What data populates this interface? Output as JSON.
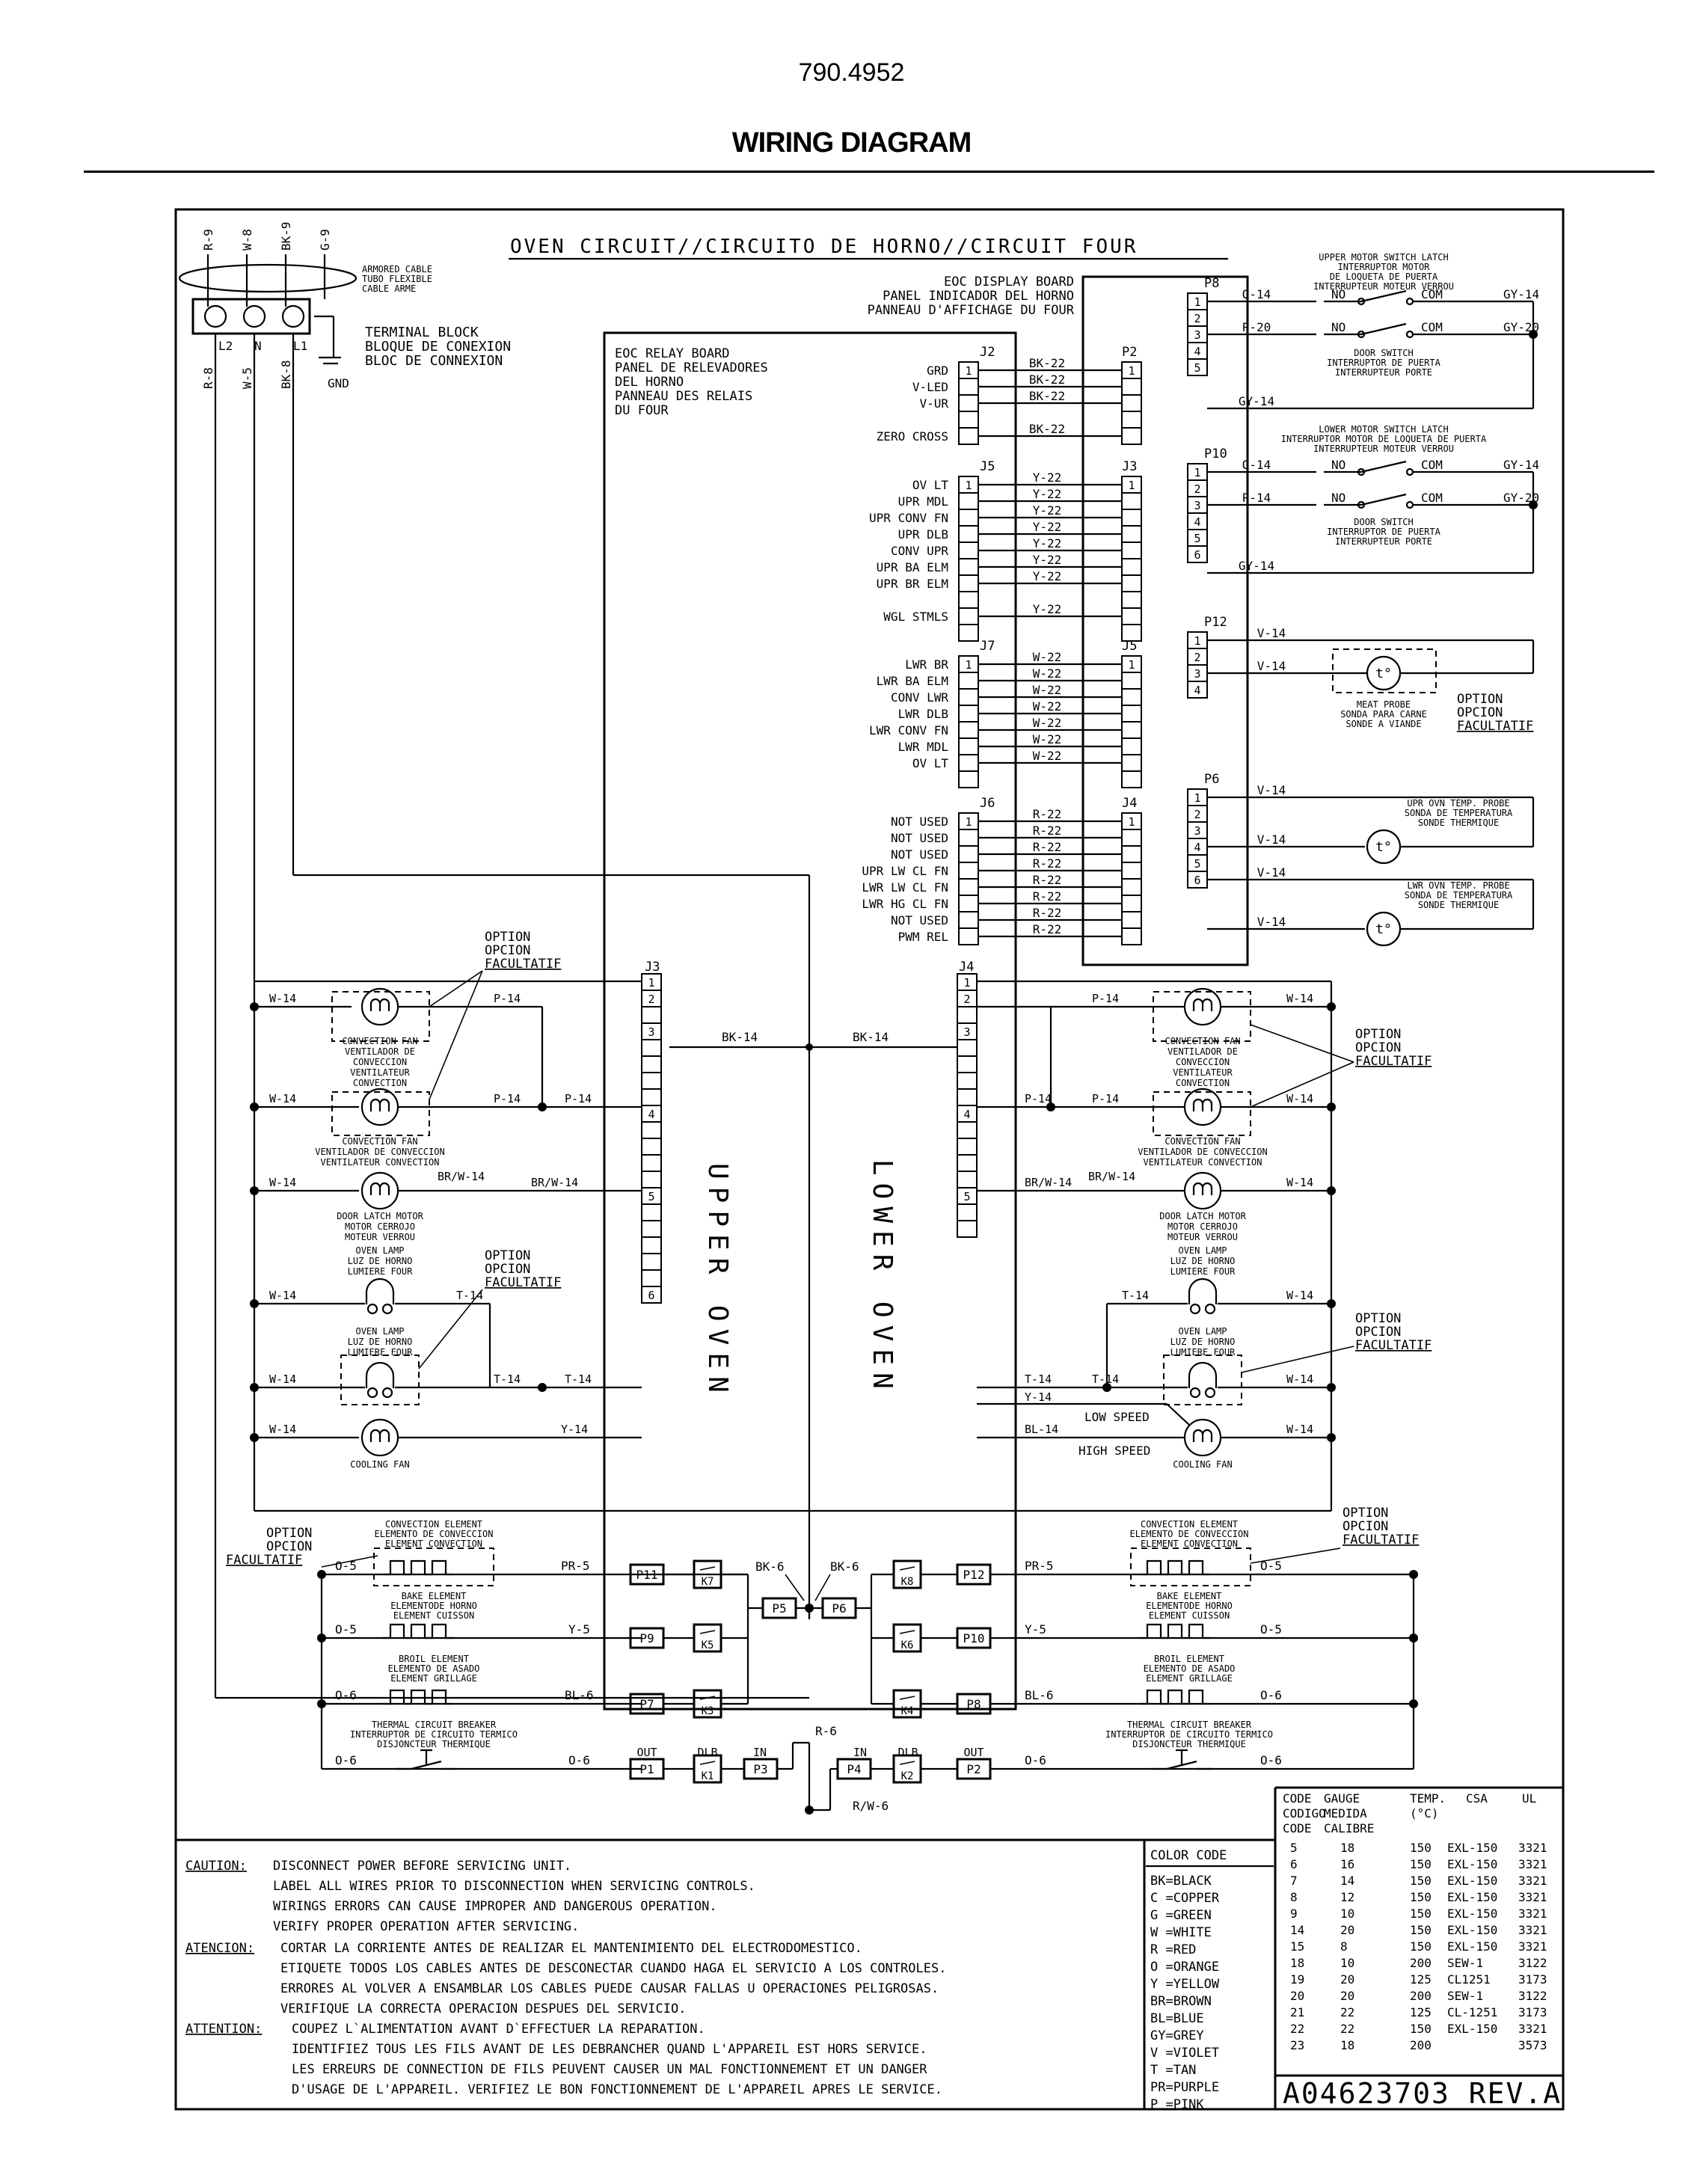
{
  "header": {
    "model": "790.4952",
    "title": "WIRING DIAGRAM"
  },
  "oven_circuit": "OVEN CIRCUIT//CIRCUITO DE HORNO//CIRCUIT FOUR",
  "supply": {
    "top_wires": [
      "R-9",
      "W-8",
      "BK-9",
      "G-9"
    ],
    "cable": [
      "ARMORED CABLE",
      "TUBO FLEXIBLE",
      "CABLE ARME"
    ],
    "terminals": [
      "L2",
      "N",
      "L1"
    ],
    "terminal_block": [
      "TERMINAL BLOCK",
      "BLOQUE DE CONEXION",
      "BLOC DE CONNEXION"
    ],
    "gnd": "GND",
    "bottom_wires": [
      "R-8",
      "W-5",
      "BK-8"
    ]
  },
  "display_board": [
    "EOC DISPLAY BOARD",
    "PANEL INDICADOR DEL HORNO",
    "PANNEAU D'AFFICHAGE DU FOUR"
  ],
  "relay_board": [
    "EOC RELAY BOARD",
    "PANEL DE RELEVADORES",
    "DEL HORNO",
    "PANNEAU DES RELAIS",
    "DU FOUR"
  ],
  "connectors": {
    "J2": {
      "name": "J2",
      "labels": [
        "GRD",
        "V-LED",
        "V-UR",
        "",
        "ZERO CROSS"
      ],
      "wires": [
        "BK-22",
        "BK-22",
        "BK-22",
        "BK-22"
      ]
    },
    "J5a": {
      "name": "J5",
      "labels": [
        "OV LT",
        "UPR MDL",
        "UPR CONV FN",
        "UPR DLB",
        "CONV UPR",
        "UPR BA ELM",
        "UPR BR ELM",
        "",
        "WGL STMLS"
      ],
      "wires": [
        "Y-22",
        "Y-22",
        "Y-22",
        "Y-22",
        "Y-22",
        "Y-22",
        "Y-22",
        "Y-22"
      ]
    },
    "J7": {
      "name": "J7",
      "labels": [
        "LWR BR",
        "LWR BA ELM",
        "CONV LWR",
        "LWR DLB",
        "LWR CONV FN",
        "LWR MDL",
        "OV LT"
      ],
      "wires": [
        "W-22",
        "W-22",
        "W-22",
        "W-22",
        "W-22",
        "W-22",
        "W-22"
      ]
    },
    "J6": {
      "name": "J6",
      "labels": [
        "NOT USED",
        "NOT USED",
        "NOT USED",
        "UPR LW CL FN",
        "LWR LW CL FN",
        "LWR HG CL FN",
        "NOT USED",
        "PWM REL"
      ],
      "wires": [
        "R-22",
        "R-22",
        "R-22",
        "R-22",
        "R-22",
        "R-22",
        "R-22",
        "R-22"
      ]
    },
    "P2": "P2",
    "J3r": "J3",
    "J5r": "J5",
    "J4r": "J4"
  },
  "right_side": {
    "P8": "P8",
    "P10": "P10",
    "P12": "P12",
    "P6": "P6",
    "upper_latch": [
      "UPPER MOTOR SWITCH LATCH",
      "INTERRUPTOR MOTOR",
      "DE LOQUETA DE PUERTA",
      "INTERRUPTEUR MOTEUR VERROU"
    ],
    "lower_latch": [
      "LOWER MOTOR SWITCH LATCH",
      "INTERRUPTOR MOTOR DE LOQUETA DE PUERTA",
      "INTERRUPTEUR MOTEUR VERROU"
    ],
    "door_switch": [
      "DOOR SWITCH",
      "INTERRUPTOR DE PUERTA",
      "INTERRUPTEUR PORTE"
    ],
    "no": "NO",
    "com": "COM",
    "p8_wires": [
      "O-14",
      "P-20",
      "GY-14",
      "GY-14",
      "GY-20"
    ],
    "p10_wires": [
      "O-14",
      "P-14",
      "GY-14",
      "GY-14",
      "GY-20"
    ],
    "p12_wires": [
      "V-14",
      "V-14"
    ],
    "p6_wires": [
      "V-14",
      "V-14",
      "V-14",
      "V-14"
    ],
    "meat_probe": [
      "MEAT PROBE",
      "SONDA PARA CARNE",
      "SONDE A VIANDE"
    ],
    "upr_probe": [
      "UPR OVN TEMP. PROBE",
      "SONDA DE TEMPERATURA",
      "SONDE THERMIQUE"
    ],
    "lwr_probe": [
      "LWR OVN TEMP. PROBE",
      "SONDA DE TEMPERATURA",
      "SONDE THERMIQUE"
    ],
    "option": [
      "OPTION",
      "OPCION",
      "FACULTATIF"
    ],
    "probe_symbol": "t°"
  },
  "loads": {
    "J3": "J3",
    "J4": "J4",
    "upper_oven": "UPPER OVEN",
    "lower_oven": "LOWER OVEN",
    "option": [
      "OPTION",
      "OPCION",
      "FACULTATIF"
    ],
    "conv_fan_a": [
      "CONVECTION FAN",
      "VENTILADOR DE",
      "CONVECCION",
      "VENTILATEUR",
      "CONVECTION"
    ],
    "conv_fan_b": [
      "CONVECTION FAN",
      "VENTILADOR DE CONVECCION",
      "VENTILATEUR CONVECTION"
    ],
    "door_latch": [
      "DOOR LATCH MOTOR",
      "MOTOR CERROJO",
      "MOTEUR VERROU"
    ],
    "oven_lamp": [
      "OVEN LAMP",
      "LUZ DE HORNO",
      "LUMIERE FOUR"
    ],
    "cooling_fan": "COOLING FAN",
    "low_speed": "LOW SPEED",
    "high_speed": "HIGH SPEED",
    "wires": {
      "w14": "W-14",
      "p14": "P-14",
      "brw14": "BR/W-14",
      "t14": "T-14",
      "y14": "Y-14",
      "bk14": "BK-14",
      "bl14": "BL-14"
    }
  },
  "elements": {
    "conv_element": [
      "CONVECTION ELEMENT",
      "ELEMENTO DE CONVECCION",
      "ELEMENT CONVECTION"
    ],
    "bake_element": [
      "BAKE ELEMENT",
      "ELEMENTODE HORNO",
      "ELEMENT CUISSON"
    ],
    "broil_element": [
      "BROIL ELEMENT",
      "ELEMENTO DE ASADO",
      "ELEMENT GRILLAGE"
    ],
    "thermal_breaker": [
      "THERMAL CIRCUIT BREAKER",
      "INTERRUPTOR DE CIRCUITO TERMICO",
      "DISJONCTEUR THERMIQUE"
    ],
    "wires": {
      "o5": "O-5",
      "o6": "O-6",
      "pr5": "PR-5",
      "y5": "Y-5",
      "bl6": "BL-6",
      "bk6": "BK-6",
      "r6": "R-6",
      "rw6": "R/W-6"
    },
    "relay_pins_left": [
      "P11",
      "P9",
      "P7",
      "P1"
    ],
    "relays_left": [
      "K7",
      "K5",
      "K3",
      "K1"
    ],
    "relay_pins_right": [
      "P12",
      "P10",
      "P8",
      "P2"
    ],
    "relays_right": [
      "K8",
      "K6",
      "K4",
      "K2"
    ],
    "mid_pins": [
      "P5",
      "P6",
      "P3",
      "P4"
    ],
    "out": "OUT",
    "dlb": "DLB",
    "in": "IN"
  },
  "caution": {
    "caution_label": "CAUTION:",
    "caution_lines": [
      "DISCONNECT POWER BEFORE SERVICING UNIT.",
      "LABEL ALL WIRES PRIOR TO DISCONNECTION WHEN SERVICING CONTROLS.",
      "WIRINGS ERRORS CAN CAUSE IMPROPER AND DANGEROUS OPERATION.",
      "VERIFY PROPER OPERATION AFTER SERVICING."
    ],
    "atencion_label": "ATENCION:",
    "atencion_lines": [
      "CORTAR LA CORRIENTE ANTES DE REALIZAR EL MANTENIMIENTO DEL ELECTRODOMESTICO.",
      "ETIQUETE TODOS LOS CABLES ANTES DE DESCONECTAR CUANDO HAGA EL SERVICIO A LOS CONTROLES.",
      "ERRORES AL VOLVER A ENSAMBLAR LOS CABLES PUEDE CAUSAR FALLAS U OPERACIONES PELIGROSAS.",
      "VERIFIQUE LA CORRECTA OPERACION DESPUES DEL SERVICIO."
    ],
    "attention_label": "ATTENTION:",
    "attention_lines": [
      "COUPEZ L`ALIMENTATION AVANT D`EFFECTUER LA REPARATION.",
      "IDENTIFIEZ TOUS LES FILS AVANT DE LES DEBRANCHER QUAND L'APPAREIL EST HORS SERVICE.",
      "LES ERREURS DE CONNECTION DE FILS PEUVENT CAUSER UN MAL FONCTIONNEMENT ET UN DANGER",
      "D'USAGE DE L'APPAREIL. VERIFIEZ LE BON FONCTIONNEMENT DE L'APPAREIL APRES LE SERVICE."
    ]
  },
  "color_code": {
    "title": "COLOR CODE",
    "items": [
      "BK=BLACK",
      "C =COPPER",
      "G =GREEN",
      "W =WHITE",
      "R =RED",
      "O =ORANGE",
      "Y =YELLOW",
      "BR=BROWN",
      "BL=BLUE",
      "GY=GREY",
      "V =VIOLET",
      "T =TAN",
      "PR=PURPLE",
      "P =PINK"
    ]
  },
  "gauge_table": {
    "headers": [
      [
        "CODE",
        "CODIGO",
        "CODE"
      ],
      [
        "GAUGE",
        "MEDIDA",
        "CALIBRE"
      ],
      [
        "TEMP.",
        "(°C)"
      ],
      [
        "CSA"
      ],
      [
        "UL"
      ]
    ],
    "rows": [
      [
        "5",
        "18",
        "150",
        "EXL-150",
        "3321"
      ],
      [
        "6",
        "16",
        "150",
        "EXL-150",
        "3321"
      ],
      [
        "7",
        "14",
        "150",
        "EXL-150",
        "3321"
      ],
      [
        "8",
        "12",
        "150",
        "EXL-150",
        "3321"
      ],
      [
        "9",
        "10",
        "150",
        "EXL-150",
        "3321"
      ],
      [
        "14",
        "20",
        "150",
        "EXL-150",
        "3321"
      ],
      [
        "15",
        "8",
        "150",
        "EXL-150",
        "3321"
      ],
      [
        "18",
        "10",
        "200",
        "SEW-1",
        "3122"
      ],
      [
        "19",
        "20",
        "125",
        "CL1251",
        "3173"
      ],
      [
        "20",
        "20",
        "200",
        "SEW-1",
        "3122"
      ],
      [
        "21",
        "22",
        "125",
        "CL-1251",
        "3173"
      ],
      [
        "22",
        "22",
        "150",
        "EXL-150",
        "3321"
      ],
      [
        "23",
        "18",
        "200",
        "",
        "3573"
      ]
    ]
  },
  "part_number": "A04623703 REV.A"
}
